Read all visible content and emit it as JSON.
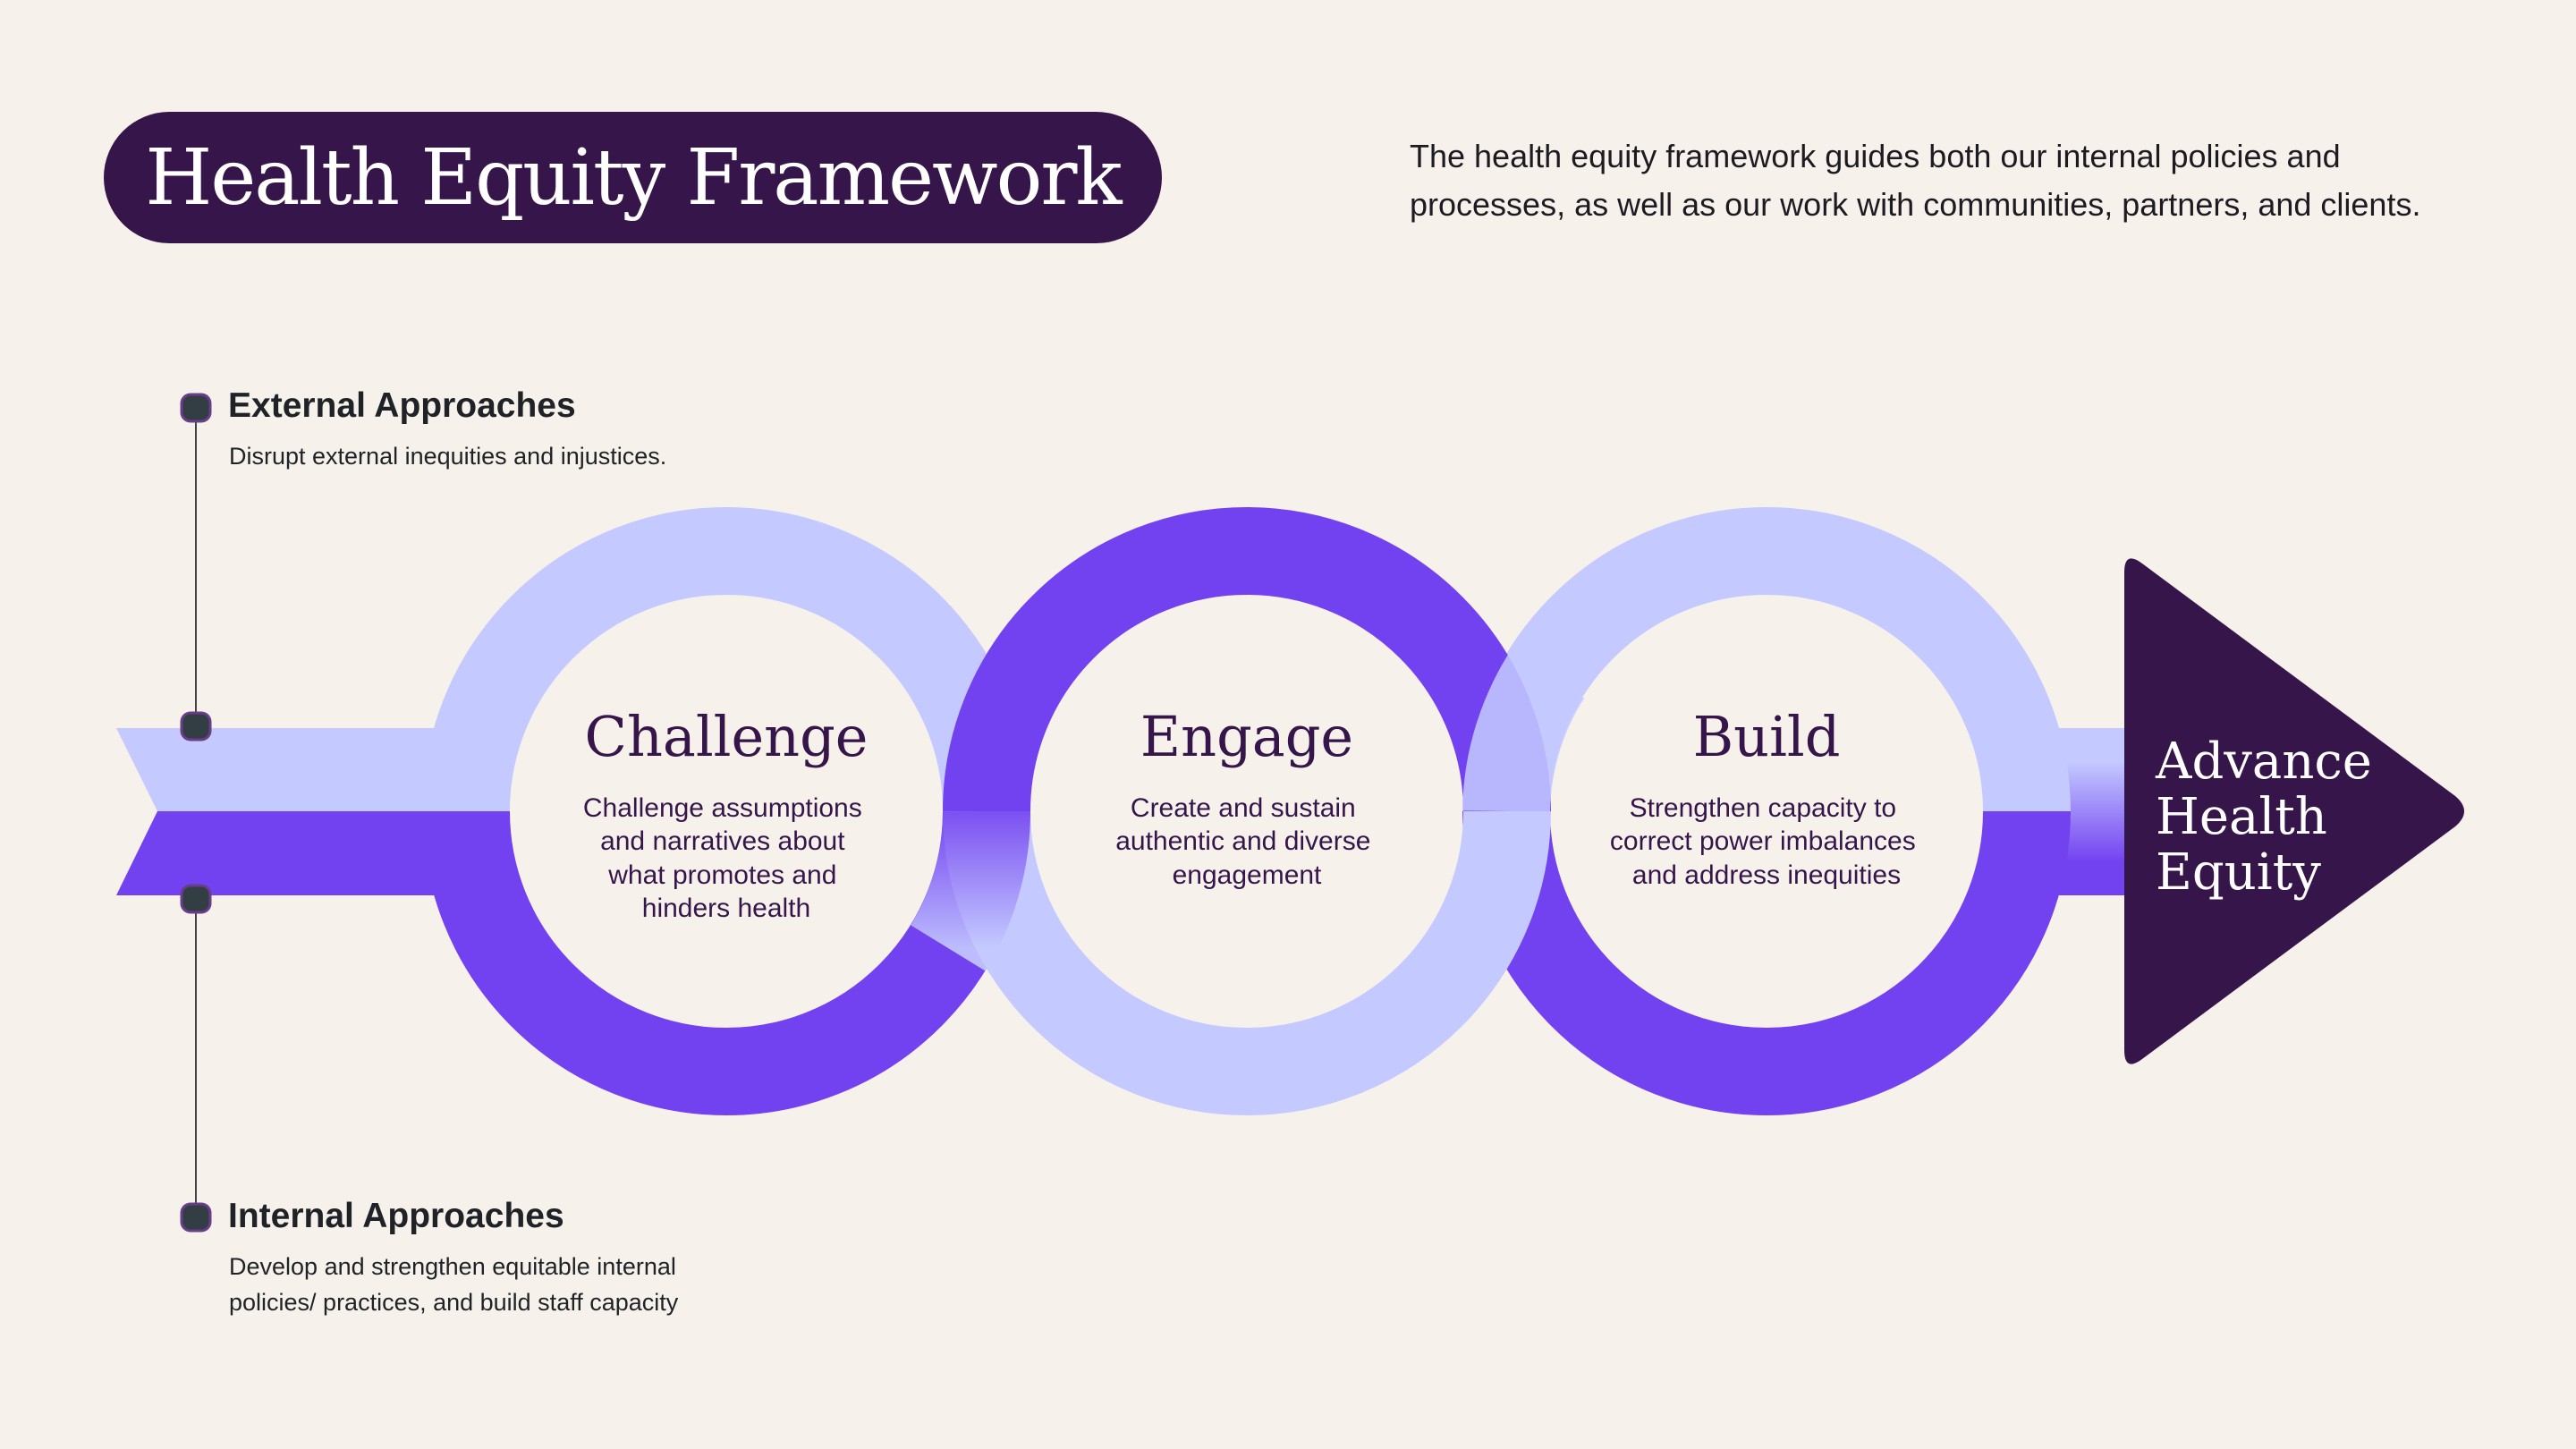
{
  "header": {
    "title": "Health Equity Framework",
    "description": "The health equity framework guides both our internal policies and processes, as well as our work with communities, partners, and clients."
  },
  "approaches": {
    "external": {
      "title": "External Approaches",
      "text": "Disrupt external inequities and injustices."
    },
    "internal": {
      "title": "Internal Approaches",
      "lines": [
        "Develop and strengthen equitable internal",
        "policies/ practices, and build staff capacity"
      ]
    }
  },
  "steps": [
    {
      "title": "Challenge",
      "lines": [
        "Challenge assumptions",
        "and narratives about",
        "what promotes and",
        "hinders health"
      ]
    },
    {
      "title": "Engage",
      "lines": [
        "Create and sustain",
        "authentic and diverse",
        "engagement"
      ]
    },
    {
      "title": "Build",
      "lines": [
        "Strengthen capacity to",
        "correct power imbalances",
        "and address inequities"
      ]
    }
  ],
  "goal": {
    "lines": [
      "Advance",
      "Health",
      "Equity"
    ]
  },
  "colors": {
    "background": "#f6f2eb",
    "dark": "#35154a",
    "purple": "#7342f0",
    "lavender": "#c4caff"
  }
}
